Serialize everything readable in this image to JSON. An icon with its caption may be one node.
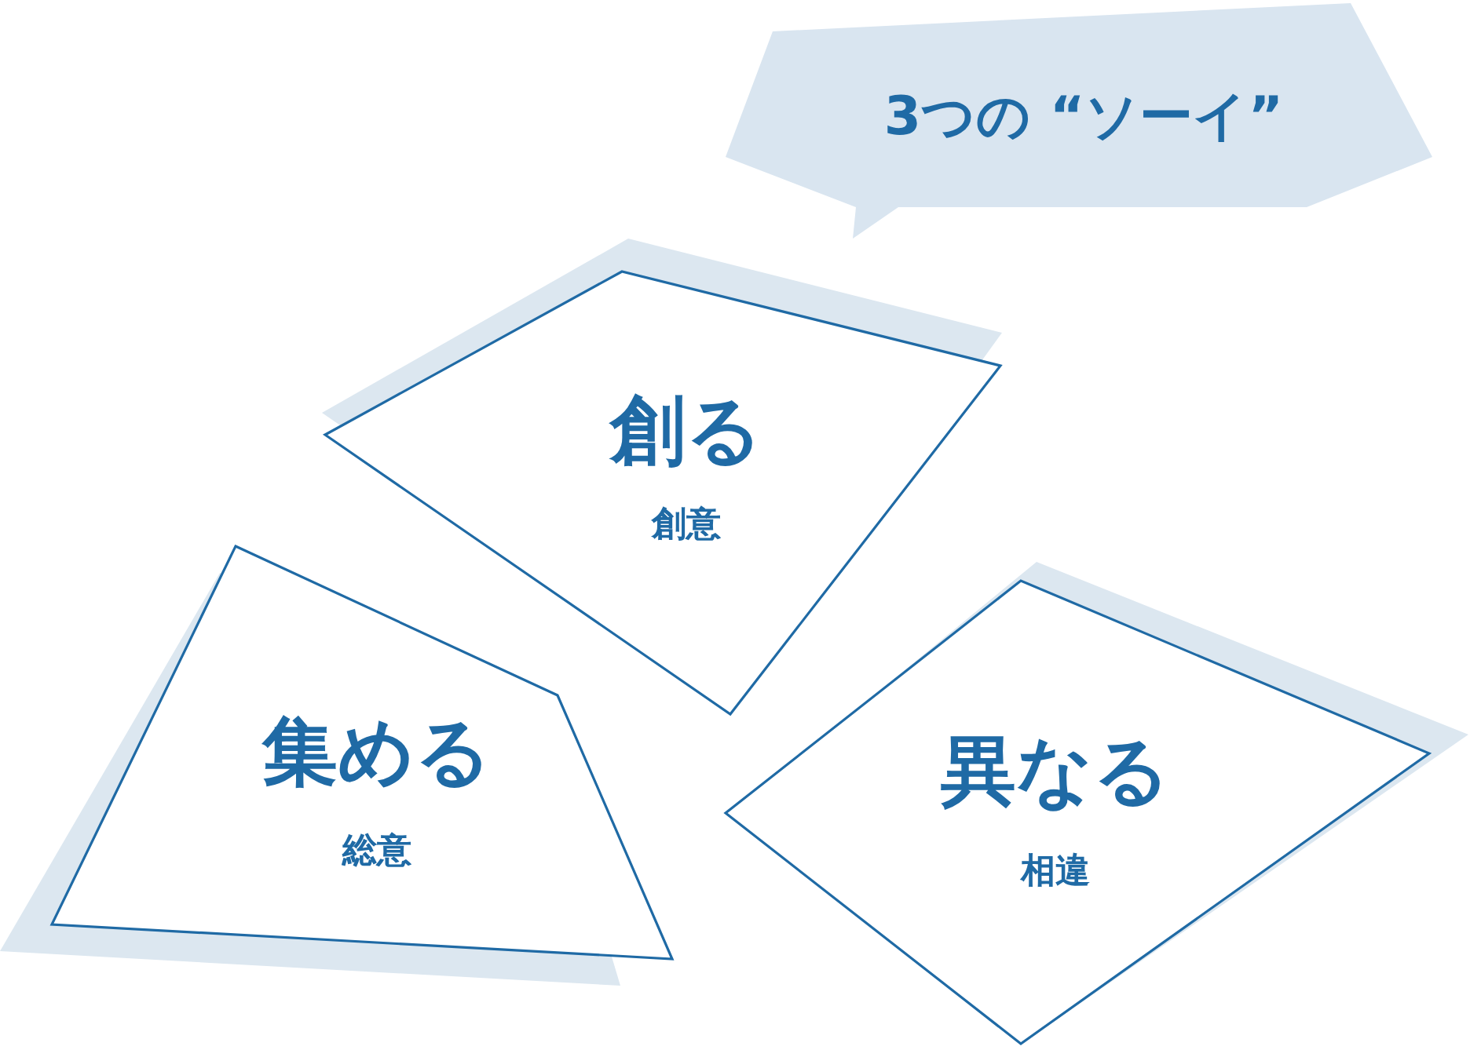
{
  "diagram": {
    "nodes": [
      {
        "text": [
          "3つの “ソーイ”"
        ]
      },
      {
        "text": [
          "創る",
          "創意"
        ]
      },
      {
        "text": [
          "集める",
          "総意"
        ]
      },
      {
        "text": [
          "異なる",
          "相違"
        ]
      }
    ]
  }
}
